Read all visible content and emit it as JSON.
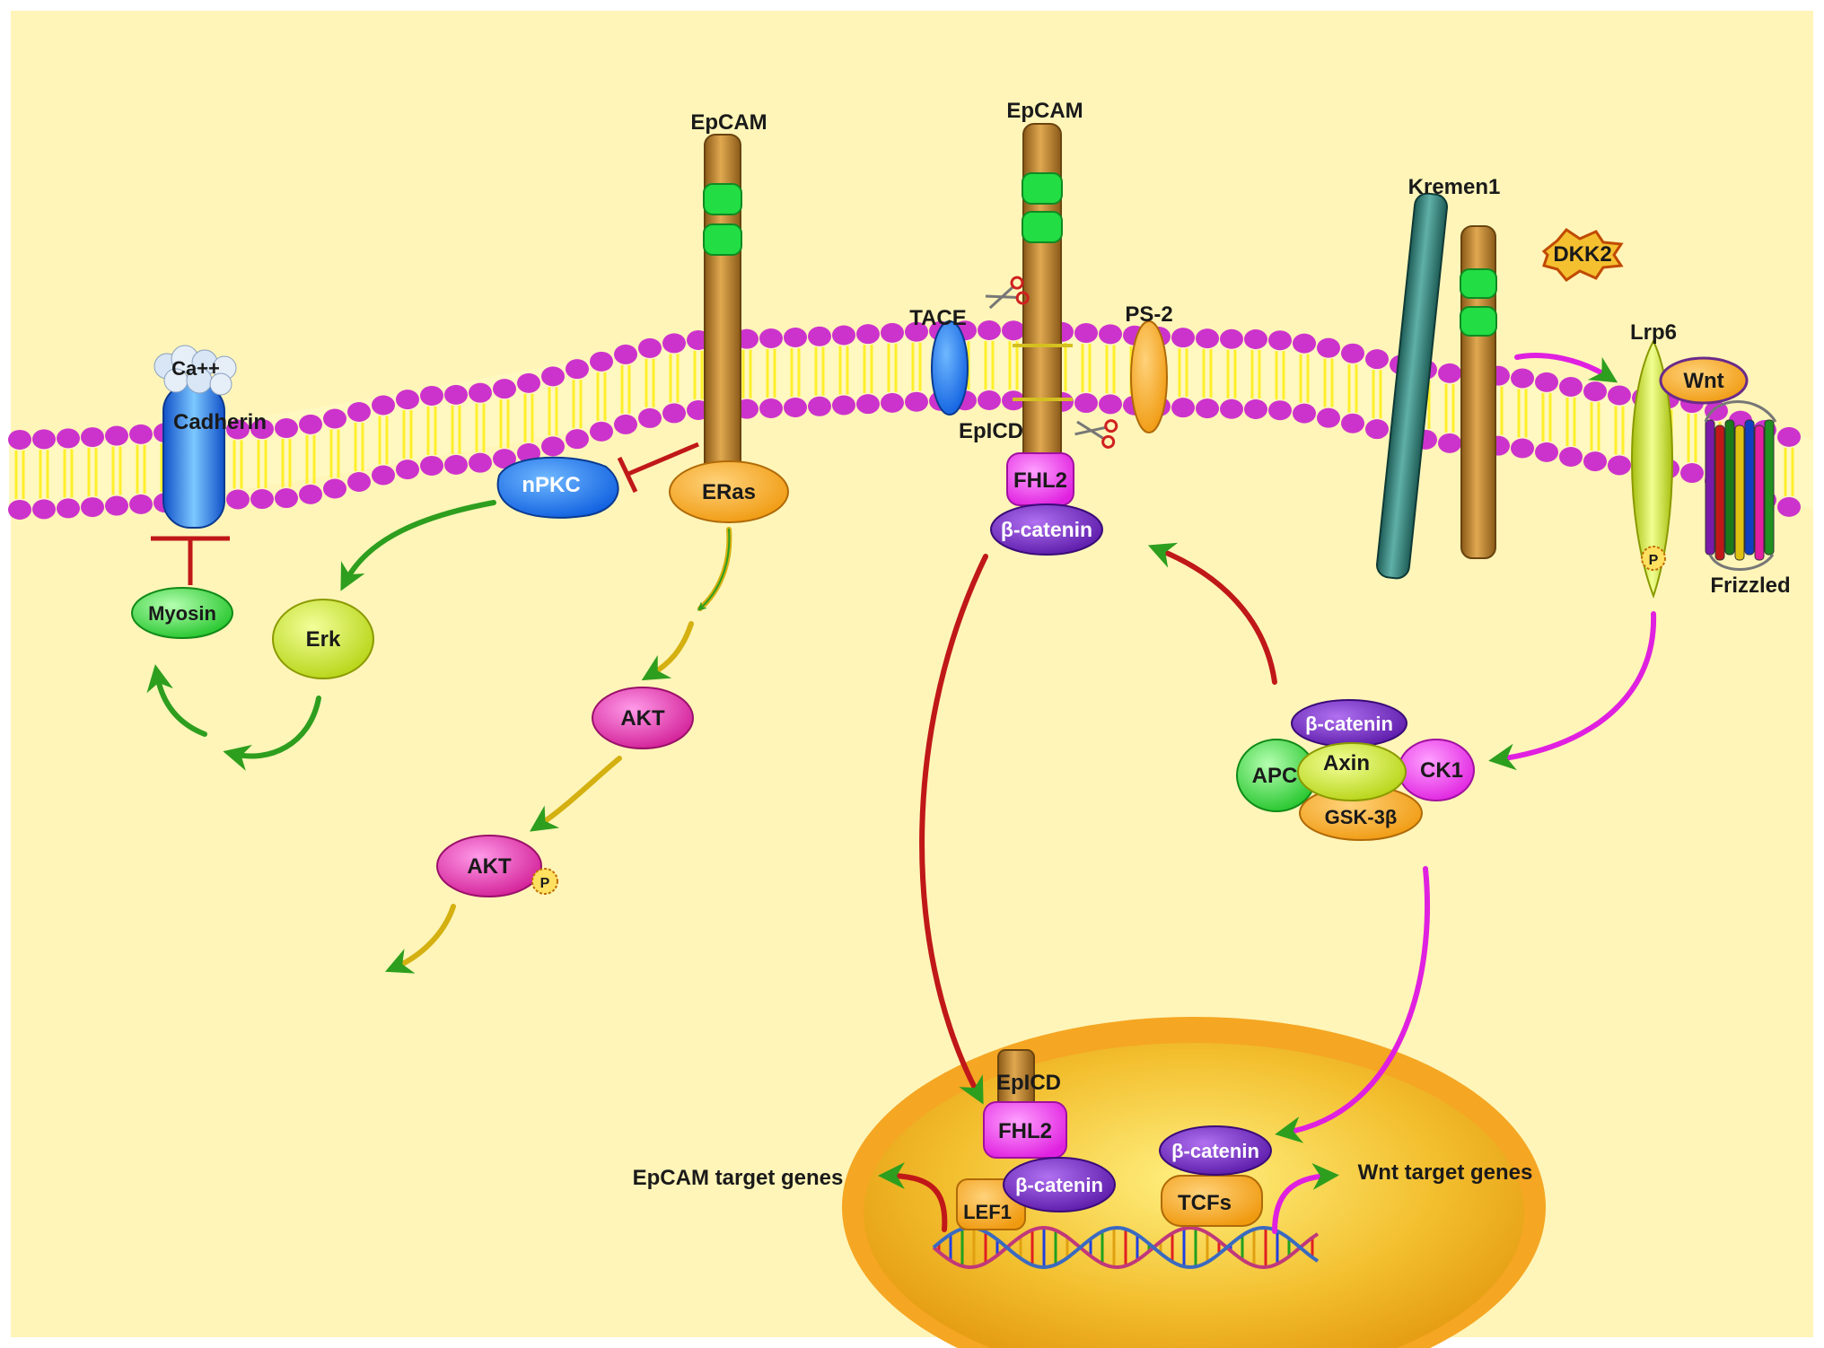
{
  "colors": {
    "background": "#fff5b8",
    "border": "#ffffff",
    "lipid_head": "#cc33cc",
    "lipid_tail": "#ffef2a",
    "epcam_stalk": "#b07a2c",
    "epcam_domain": "#22dd44",
    "green_arrow": "#2e9e1e",
    "red_arrow": "#c01818",
    "magenta_arrow": "#e020e0",
    "inhibit": "#c01818",
    "nucleus": "#f5a623"
  },
  "membrane": {
    "receptors": [
      {
        "label": "EpCAM",
        "icon": "transmembrane-receptor"
      },
      {
        "label": "EpCAM",
        "icon": "transmembrane-receptor"
      },
      {
        "label": "Kremen1",
        "icon": "transmembrane-receptor"
      }
    ],
    "proteases": {
      "tace": "TACE",
      "ps2": "PS-2",
      "cleaved_fragment": "EpICD"
    },
    "adhesion": {
      "cadherin": "Cadherin",
      "ion": "Ca++"
    },
    "wnt_receptors": {
      "lrp6": "Lrp6",
      "ligand": "Wnt",
      "frizzled": "Frizzled",
      "inhibitor": "DKK2",
      "phospho": "P"
    }
  },
  "cytoplasm": {
    "left_pathway": {
      "npkc": "nPKC",
      "eras": "ERas",
      "erk": "Erk",
      "myosin": "Myosin",
      "akt": "AKT",
      "akt_phospho": "AKT",
      "phospho": "P"
    },
    "epicd_complex": {
      "fhl2": "FHL2",
      "beta_catenin": "β-catenin"
    },
    "destruction_complex": {
      "beta_catenin": "β-catenin",
      "apc": "APC",
      "axin": "Axin",
      "ck1": "CK1",
      "gsk3b": "GSK-3β"
    }
  },
  "nucleus": {
    "epcam_complex": {
      "epicd": "EpICD",
      "fhl2": "FHL2",
      "beta_catenin": "β-catenin",
      "lef1": "LEF1"
    },
    "wnt_complex": {
      "beta_catenin": "β-catenin",
      "tcfs": "TCFs"
    },
    "outputs": {
      "epcam_targets": "EpCAM target genes",
      "wnt_targets": "Wnt target genes"
    },
    "dna_icon": "dna-helix-icon"
  }
}
